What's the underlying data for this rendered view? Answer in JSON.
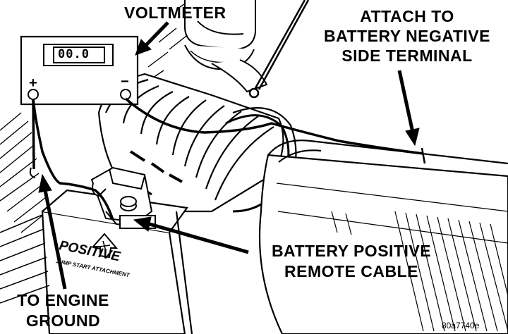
{
  "labels": {
    "voltmeter": "VOLTMETER",
    "attach_line1": "ATTACH TO",
    "attach_line2": "BATTERY NEGATIVE",
    "attach_line3": "SIDE TERMINAL",
    "positive_cable_line1": "BATTERY POSITIVE",
    "positive_cable_line2": "REMOTE CABLE",
    "engine_ground_line1": "TO ENGINE",
    "engine_ground_line2": "GROUND",
    "figure_id": "80a7740e"
  },
  "meter": {
    "display": "00.0",
    "plus_terminal": "+",
    "minus_terminal": "−"
  },
  "sticker": {
    "title": "POSITIVE",
    "subtitle": "JUMP START ATTACHMENT"
  }
}
